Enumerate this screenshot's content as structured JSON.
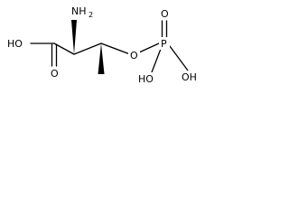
{
  "structure": {
    "atoms": {
      "ho_acid": "HO",
      "o_carbonyl": "O",
      "nh2_main": "NH",
      "nh2_sub": "2",
      "o_ester": "O",
      "p": "P",
      "o_phosphoryl": "O",
      "oh_bottom": "HO",
      "oh_right": "OH"
    }
  }
}
